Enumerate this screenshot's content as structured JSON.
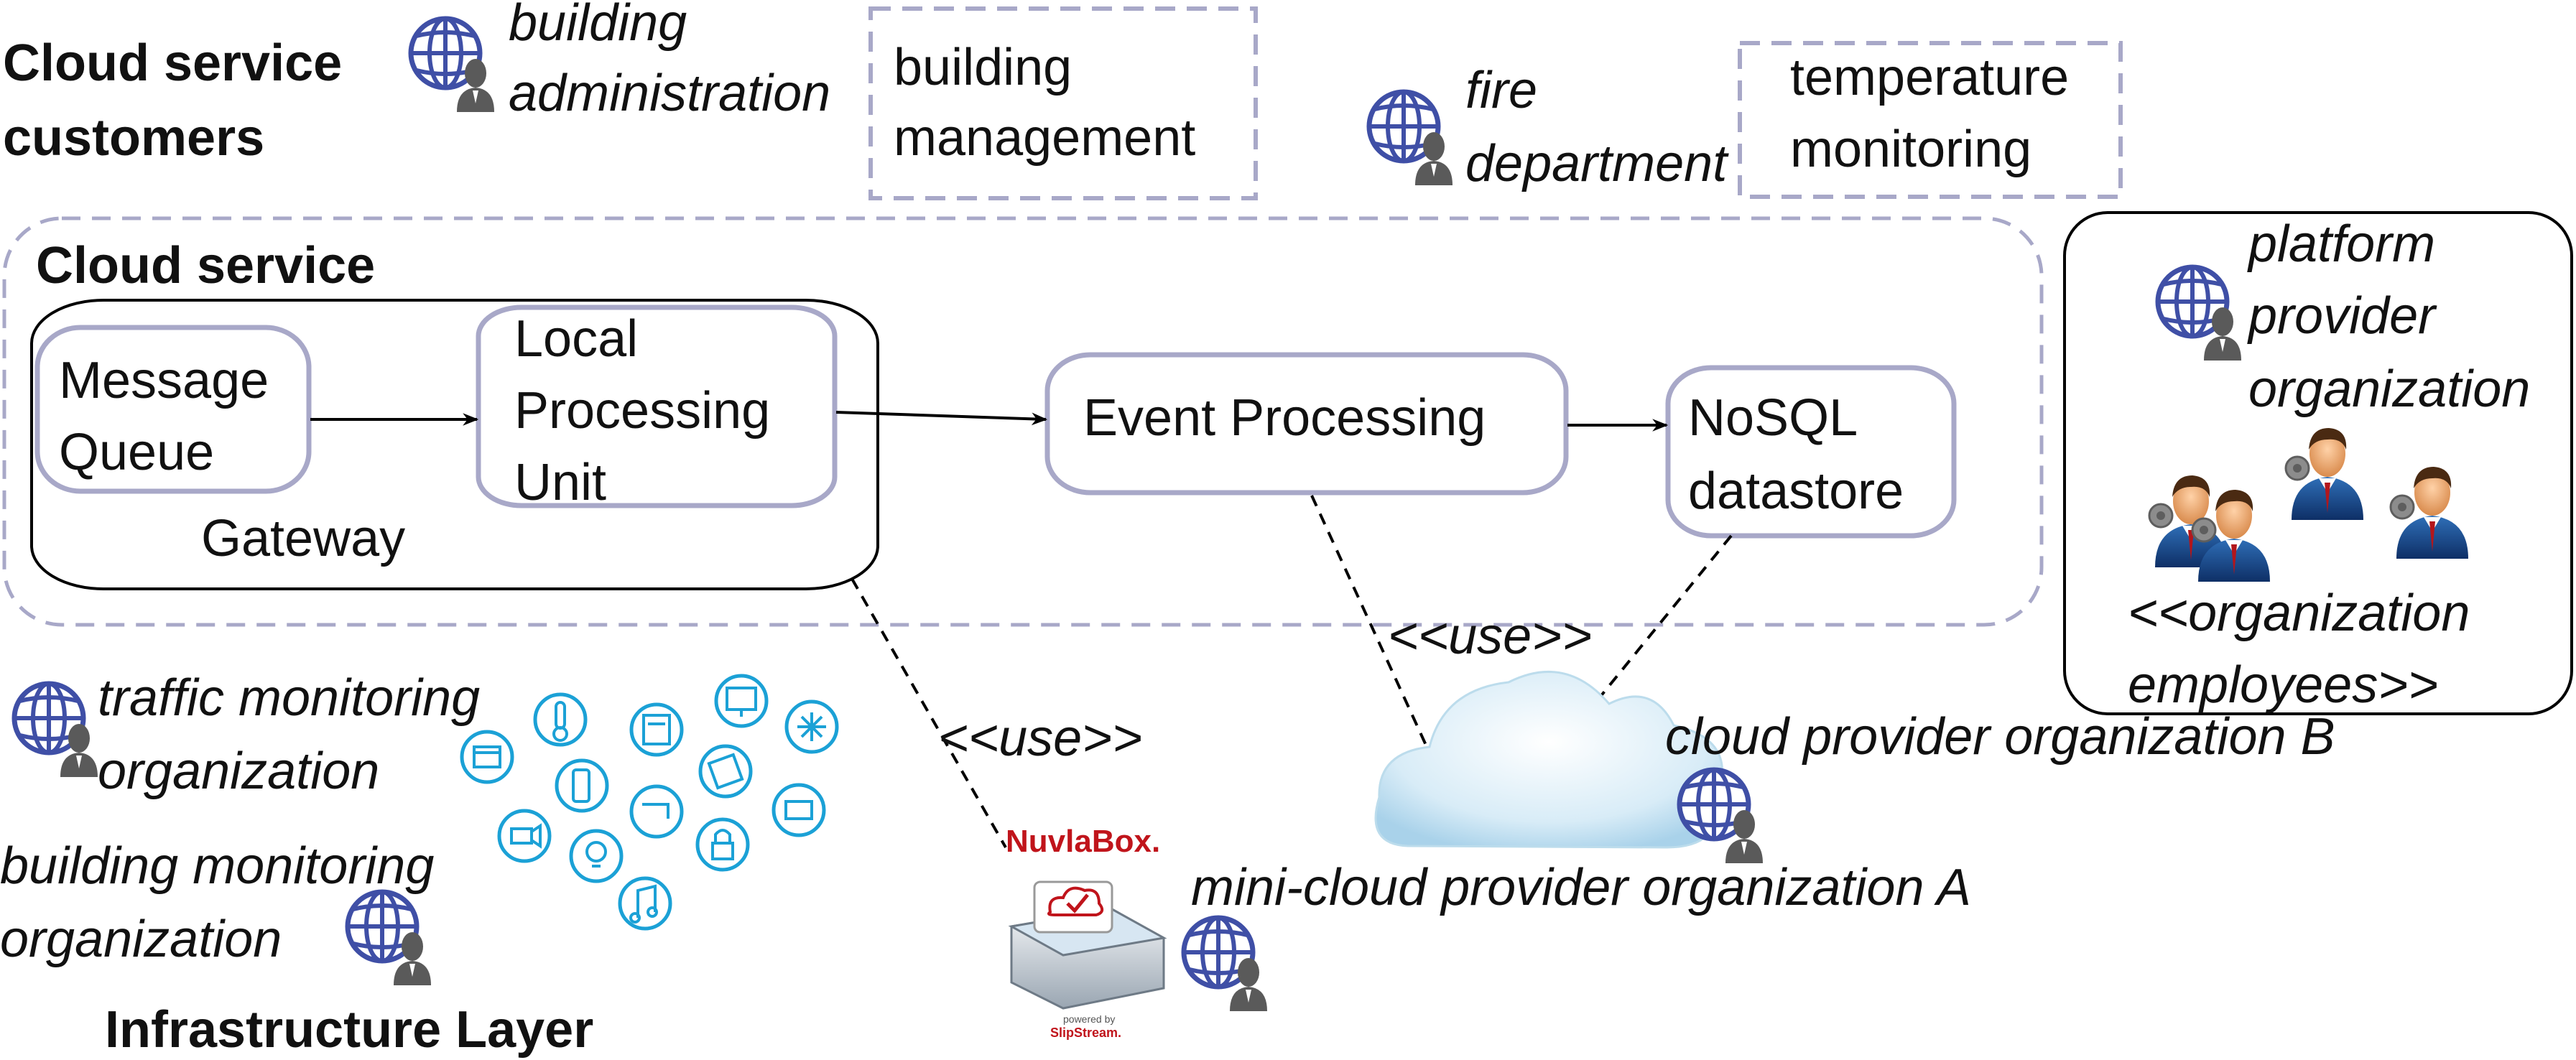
{
  "customers_heading": {
    "line1": "Cloud service",
    "line2": "customers"
  },
  "cloud_service_heading": "Cloud service",
  "infrastructure_heading": "Infrastructure Layer",
  "actors": {
    "building_administration": {
      "line1": "building",
      "line2": "administration"
    },
    "fire_department": {
      "line1": "fire",
      "line2": "department"
    },
    "platform_provider": {
      "line1": "platform",
      "line2": "provider",
      "line3": "organization"
    },
    "traffic_monitoring": {
      "line1": "traffic monitoring",
      "line2": "organization"
    },
    "building_monitoring": {
      "line1": "building monitoring",
      "line2": "organization"
    },
    "cloud_provider_b": "cloud provider organization B",
    "mini_cloud_provider_a": "mini-cloud provider organization A"
  },
  "applications": {
    "building_management": {
      "line1": "building",
      "line2": "management"
    },
    "temperature_monitoring": {
      "line1": "temperature",
      "line2": "monitoring"
    }
  },
  "components": {
    "message_queue": {
      "line1": "Message",
      "line2": "Queue"
    },
    "local_processing_unit": {
      "line1": "Local",
      "line2": "Processing",
      "line3": "Unit"
    },
    "gateway": "Gateway",
    "event_processing": "Event Processing",
    "nosql": {
      "line1": "NoSQL",
      "line2": "datastore"
    }
  },
  "relations": {
    "use_top": "<<use>>",
    "use_left": "<<use>>"
  },
  "employees_stereotype": {
    "line1": "<<organization",
    "line2": "employees>>"
  },
  "nuvlabox": {
    "brand": "NuvlaBox.",
    "powered_by": "powered by",
    "slipstream": "SlipStream."
  },
  "colors": {
    "globe": "#3f4fa6",
    "person": "#555555",
    "component_border": "#a8a8c8",
    "dashed_border": "#a8a8c8",
    "iot_icon": "#1ba1d6",
    "cloud": "#cfe6f3",
    "nuvlabox_brand": "#c0141b"
  },
  "icons": [
    "globe-person-icon",
    "iot-device-icons",
    "cloud-icon",
    "nuvlabox-device-icon",
    "employee-group-icon"
  ]
}
